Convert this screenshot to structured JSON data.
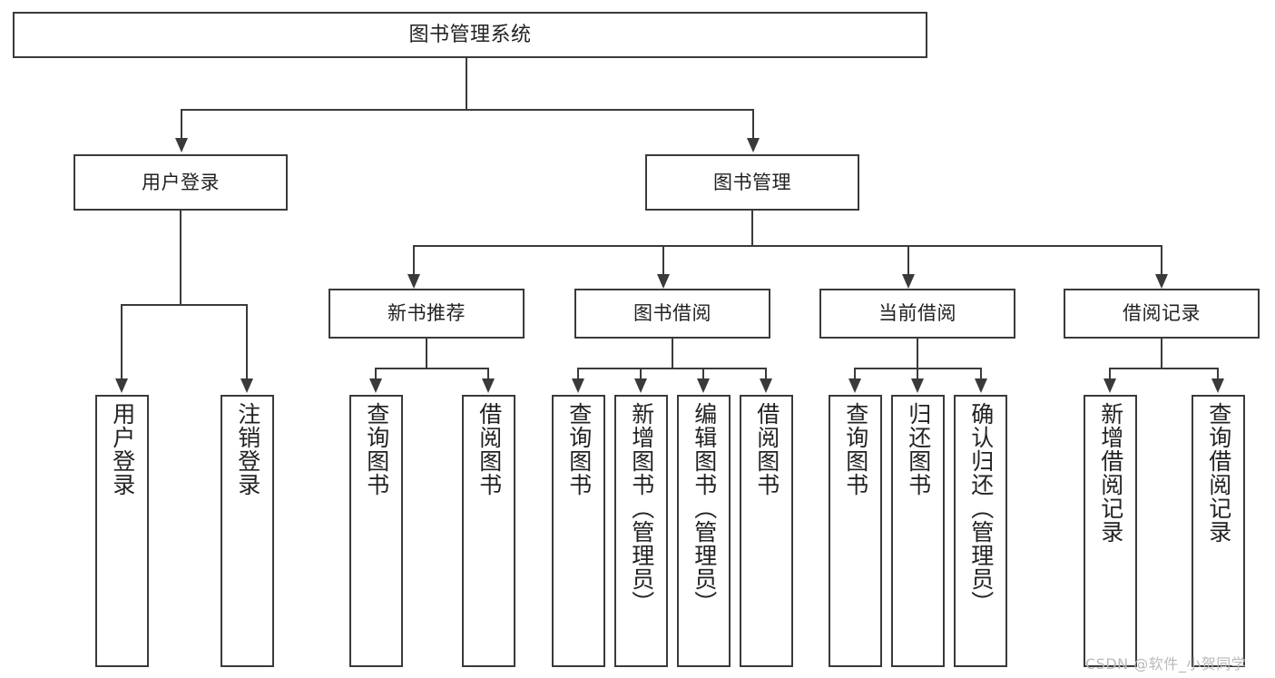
{
  "diagram": {
    "title": "图书管理系统",
    "watermark": "CSDN @软件_小贺同学",
    "line_color": "#3a3a3a",
    "box_fill": "#ffffff",
    "background": "#ffffff",
    "text_color": "#222222"
  },
  "nodes": {
    "root": {
      "label": "图书管理系统"
    },
    "level2": [
      {
        "label": "用户登录"
      },
      {
        "label": "图书管理"
      }
    ],
    "level3": [
      {
        "label": "新书推荐"
      },
      {
        "label": "图书借阅"
      },
      {
        "label": "当前借阅"
      },
      {
        "label": "借阅记录"
      }
    ],
    "leaves": {
      "user_login": [
        {
          "label": "用户登录"
        },
        {
          "label": "注销登录"
        }
      ],
      "new_book_recommend": [
        {
          "label": "查询图书"
        },
        {
          "label": "借阅图书"
        }
      ],
      "book_borrow": [
        {
          "label": "查询图书"
        },
        {
          "label": "新增图书（管理员）"
        },
        {
          "label": "编辑图书（管理员）"
        },
        {
          "label": "借阅图书"
        }
      ],
      "current_borrow": [
        {
          "label": "查询图书"
        },
        {
          "label": "归还图书"
        },
        {
          "label": "确认归还（管理员）"
        }
      ],
      "borrow_record": [
        {
          "label": "新增借阅记录"
        },
        {
          "label": "查询借阅记录"
        }
      ]
    }
  }
}
